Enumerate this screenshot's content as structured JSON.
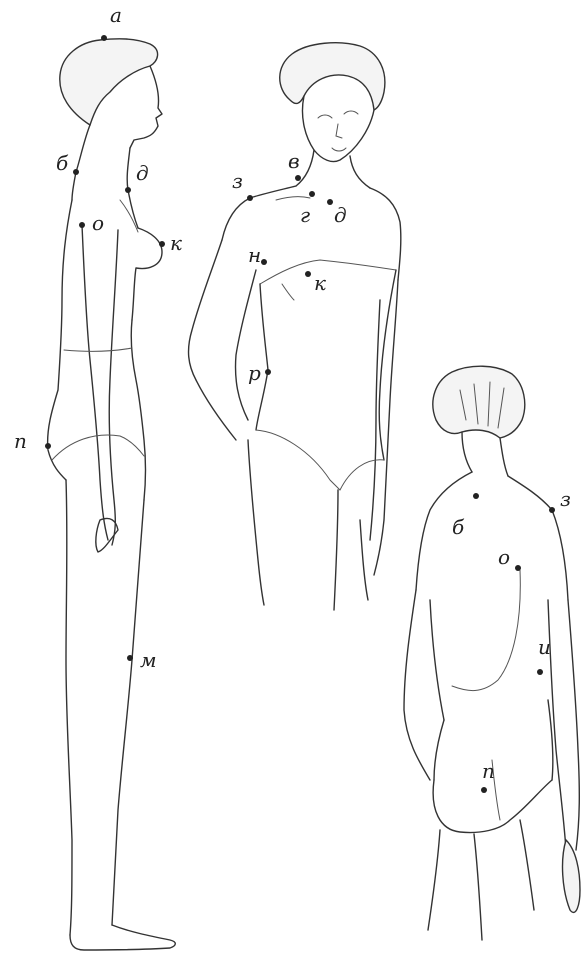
{
  "figures": {
    "side": {
      "points": [
        {
          "name": "point-a",
          "label": "а"
        },
        {
          "name": "point-b",
          "label": "б"
        },
        {
          "name": "point-d",
          "label": "д"
        },
        {
          "name": "point-o",
          "label": "о"
        },
        {
          "name": "point-k",
          "label": "к"
        },
        {
          "name": "point-p",
          "label": "п"
        },
        {
          "name": "point-m",
          "label": "м"
        }
      ]
    },
    "front": {
      "points": [
        {
          "name": "point-z",
          "label": "з"
        },
        {
          "name": "point-v",
          "label": "в"
        },
        {
          "name": "point-g",
          "label": "г"
        },
        {
          "name": "point-d",
          "label": "д"
        },
        {
          "name": "point-n",
          "label": "н"
        },
        {
          "name": "point-k",
          "label": "к"
        },
        {
          "name": "point-r",
          "label": "р"
        }
      ]
    },
    "back": {
      "points": [
        {
          "name": "point-z",
          "label": "з"
        },
        {
          "name": "point-b",
          "label": "б"
        },
        {
          "name": "point-o",
          "label": "о"
        },
        {
          "name": "point-i",
          "label": "и"
        },
        {
          "name": "point-p",
          "label": "п"
        }
      ]
    }
  }
}
